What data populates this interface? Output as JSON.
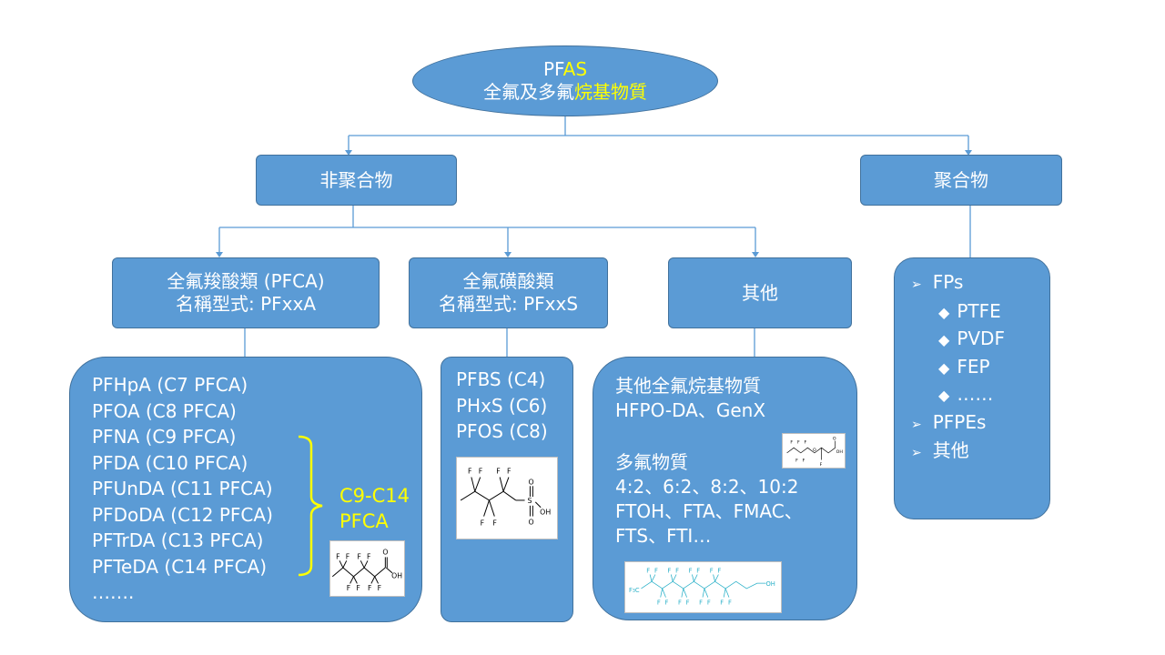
{
  "root": {
    "line1_a": "PF",
    "line1_b": "AS",
    "line2_a": "全氟及多氟",
    "line2_b": "烷基物質"
  },
  "level1": {
    "non_polymer": "非聚合物",
    "polymer": "聚合物"
  },
  "categories": {
    "pfca": {
      "line1": "全氟羧酸類 (PFCA)",
      "line2": "名稱型式: PFxxA"
    },
    "pfsa": {
      "line1": "全氟磺酸類",
      "line2": "名稱型式: PFxxS"
    },
    "other": {
      "line1": "其他"
    }
  },
  "pfca_list": [
    "PFHpA (C7 PFCA)",
    "PFOA (C8 PFCA)",
    "PFNA (C9 PFCA)",
    "PFDA (C10 PFCA)",
    "PFUnDA (C11 PFCA)",
    "PFDoDA (C12 PFCA)",
    "PFTrDA (C13 PFCA)",
    "PFTeDA (C14 PFCA)",
    "……."
  ],
  "pfca_bracket": {
    "line1": "C9-C14",
    "line2": "PFCA"
  },
  "pfsa_list": [
    "PFBS (C4)",
    "PHxS (C6)",
    "PFOS (C8)"
  ],
  "other_block": {
    "line1": "其他全氟烷基物質",
    "line2": "HFPO-DA、GenX",
    "line3": "多氟物質",
    "line4": "4:2、6:2、8:2、10:2",
    "line5": "FTOH、FTA、FMAC、",
    "line6": "FTS、FTI…"
  },
  "polymer_list": {
    "item1": "FPs",
    "sub": [
      "PTFE",
      "PVDF",
      "FEP",
      "……"
    ],
    "item2": "PFPEs",
    "item3": "其他"
  },
  "icons": {
    "arrow_bullet": "arrow-bullet-icon",
    "diamond_bullet": "diamond-bullet-icon"
  },
  "molecules": {
    "f": "F",
    "o": "O",
    "oh": "OH",
    "s": "S",
    "cf3_c": "F",
    "cf3_sub": "3",
    "cf3_prefix": "F",
    "cf3": "C"
  },
  "colors": {
    "box": "#5b9bd5",
    "box_border": "#41719c",
    "connector": "#5b9bd5",
    "highlight": "#ffff00",
    "fluoro_cyan": "#2ab0c8"
  }
}
